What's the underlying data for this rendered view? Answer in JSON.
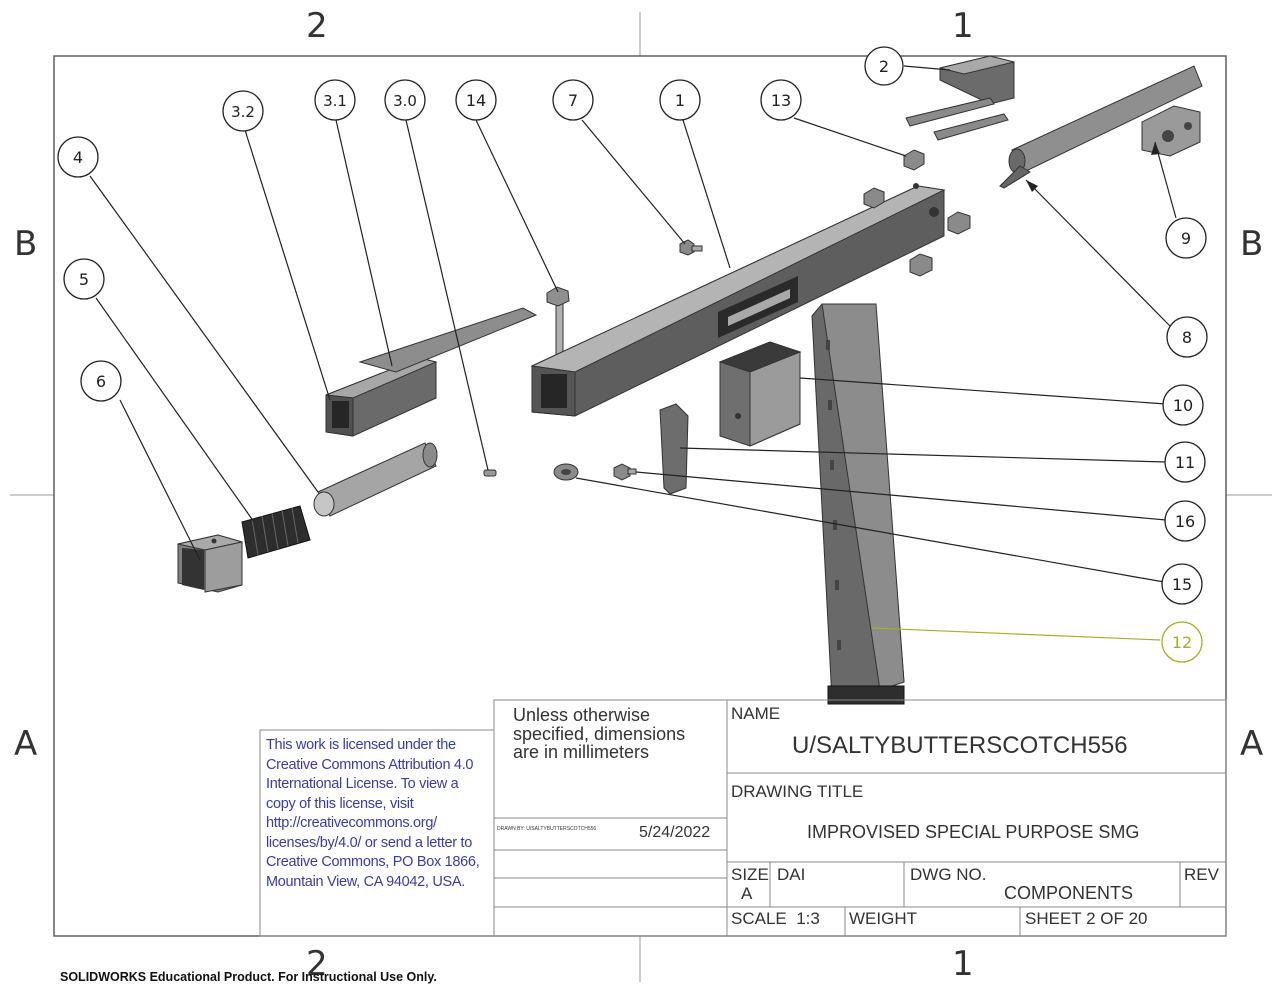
{
  "zones": {
    "top": [
      "2",
      "1"
    ],
    "bottom": [
      "2",
      "1"
    ],
    "left": [
      "B",
      "A"
    ],
    "right": [
      "B",
      "A"
    ]
  },
  "balloons": [
    {
      "id": "b-2",
      "label": "2"
    },
    {
      "id": "b-3-2",
      "label": "3.2"
    },
    {
      "id": "b-3-1",
      "label": "3.1"
    },
    {
      "id": "b-3-0",
      "label": "3.0"
    },
    {
      "id": "b-14",
      "label": "14"
    },
    {
      "id": "b-7",
      "label": "7"
    },
    {
      "id": "b-1",
      "label": "1"
    },
    {
      "id": "b-13",
      "label": "13"
    },
    {
      "id": "b-4",
      "label": "4"
    },
    {
      "id": "b-5",
      "label": "5"
    },
    {
      "id": "b-6",
      "label": "6"
    },
    {
      "id": "b-9",
      "label": "9"
    },
    {
      "id": "b-8",
      "label": "8"
    },
    {
      "id": "b-10",
      "label": "10"
    },
    {
      "id": "b-11",
      "label": "11"
    },
    {
      "id": "b-16",
      "label": "16"
    },
    {
      "id": "b-15",
      "label": "15"
    },
    {
      "id": "b-12",
      "label": "12"
    }
  ],
  "license": "This work is licensed under the Creative Commons Attribution 4.0 International License. To view a copy of this license, visit http://creativecommons.org/ licenses/by/4.0/ or send a letter to Creative Commons, PO Box 1866, Mountain View, CA 94042, USA.",
  "title_block": {
    "tolerance_note_1": "Unless otherwise",
    "tolerance_note_2": "specified, dimensions",
    "tolerance_note_3": "are in millimeters",
    "drawn_by": "DRAWN BY: U/SALTYBUTTERSCOTCH556",
    "date": "5/24/2022",
    "name_label": "NAME",
    "name_value": "U/SALTYBUTTERSCOTCH556",
    "drawing_title_label": "DRAWING TITLE",
    "drawing_title_value": "IMPROVISED SPECIAL PURPOSE SMG",
    "size_label": "SIZE",
    "size_value": "A",
    "dai": "DAI",
    "dwg_no_label": "DWG NO.",
    "dwg_no_value": "COMPONENTS",
    "rev_label": "REV",
    "scale": "SCALE  1:3",
    "weight": "WEIGHT",
    "sheet": "SHEET 2 OF 20"
  },
  "footer": "SOLIDWORKS Educational Product. For Instructional Use Only.",
  "colors": {
    "balloon_highlight": "#a8b020",
    "license_text": "#3a3ab0"
  }
}
